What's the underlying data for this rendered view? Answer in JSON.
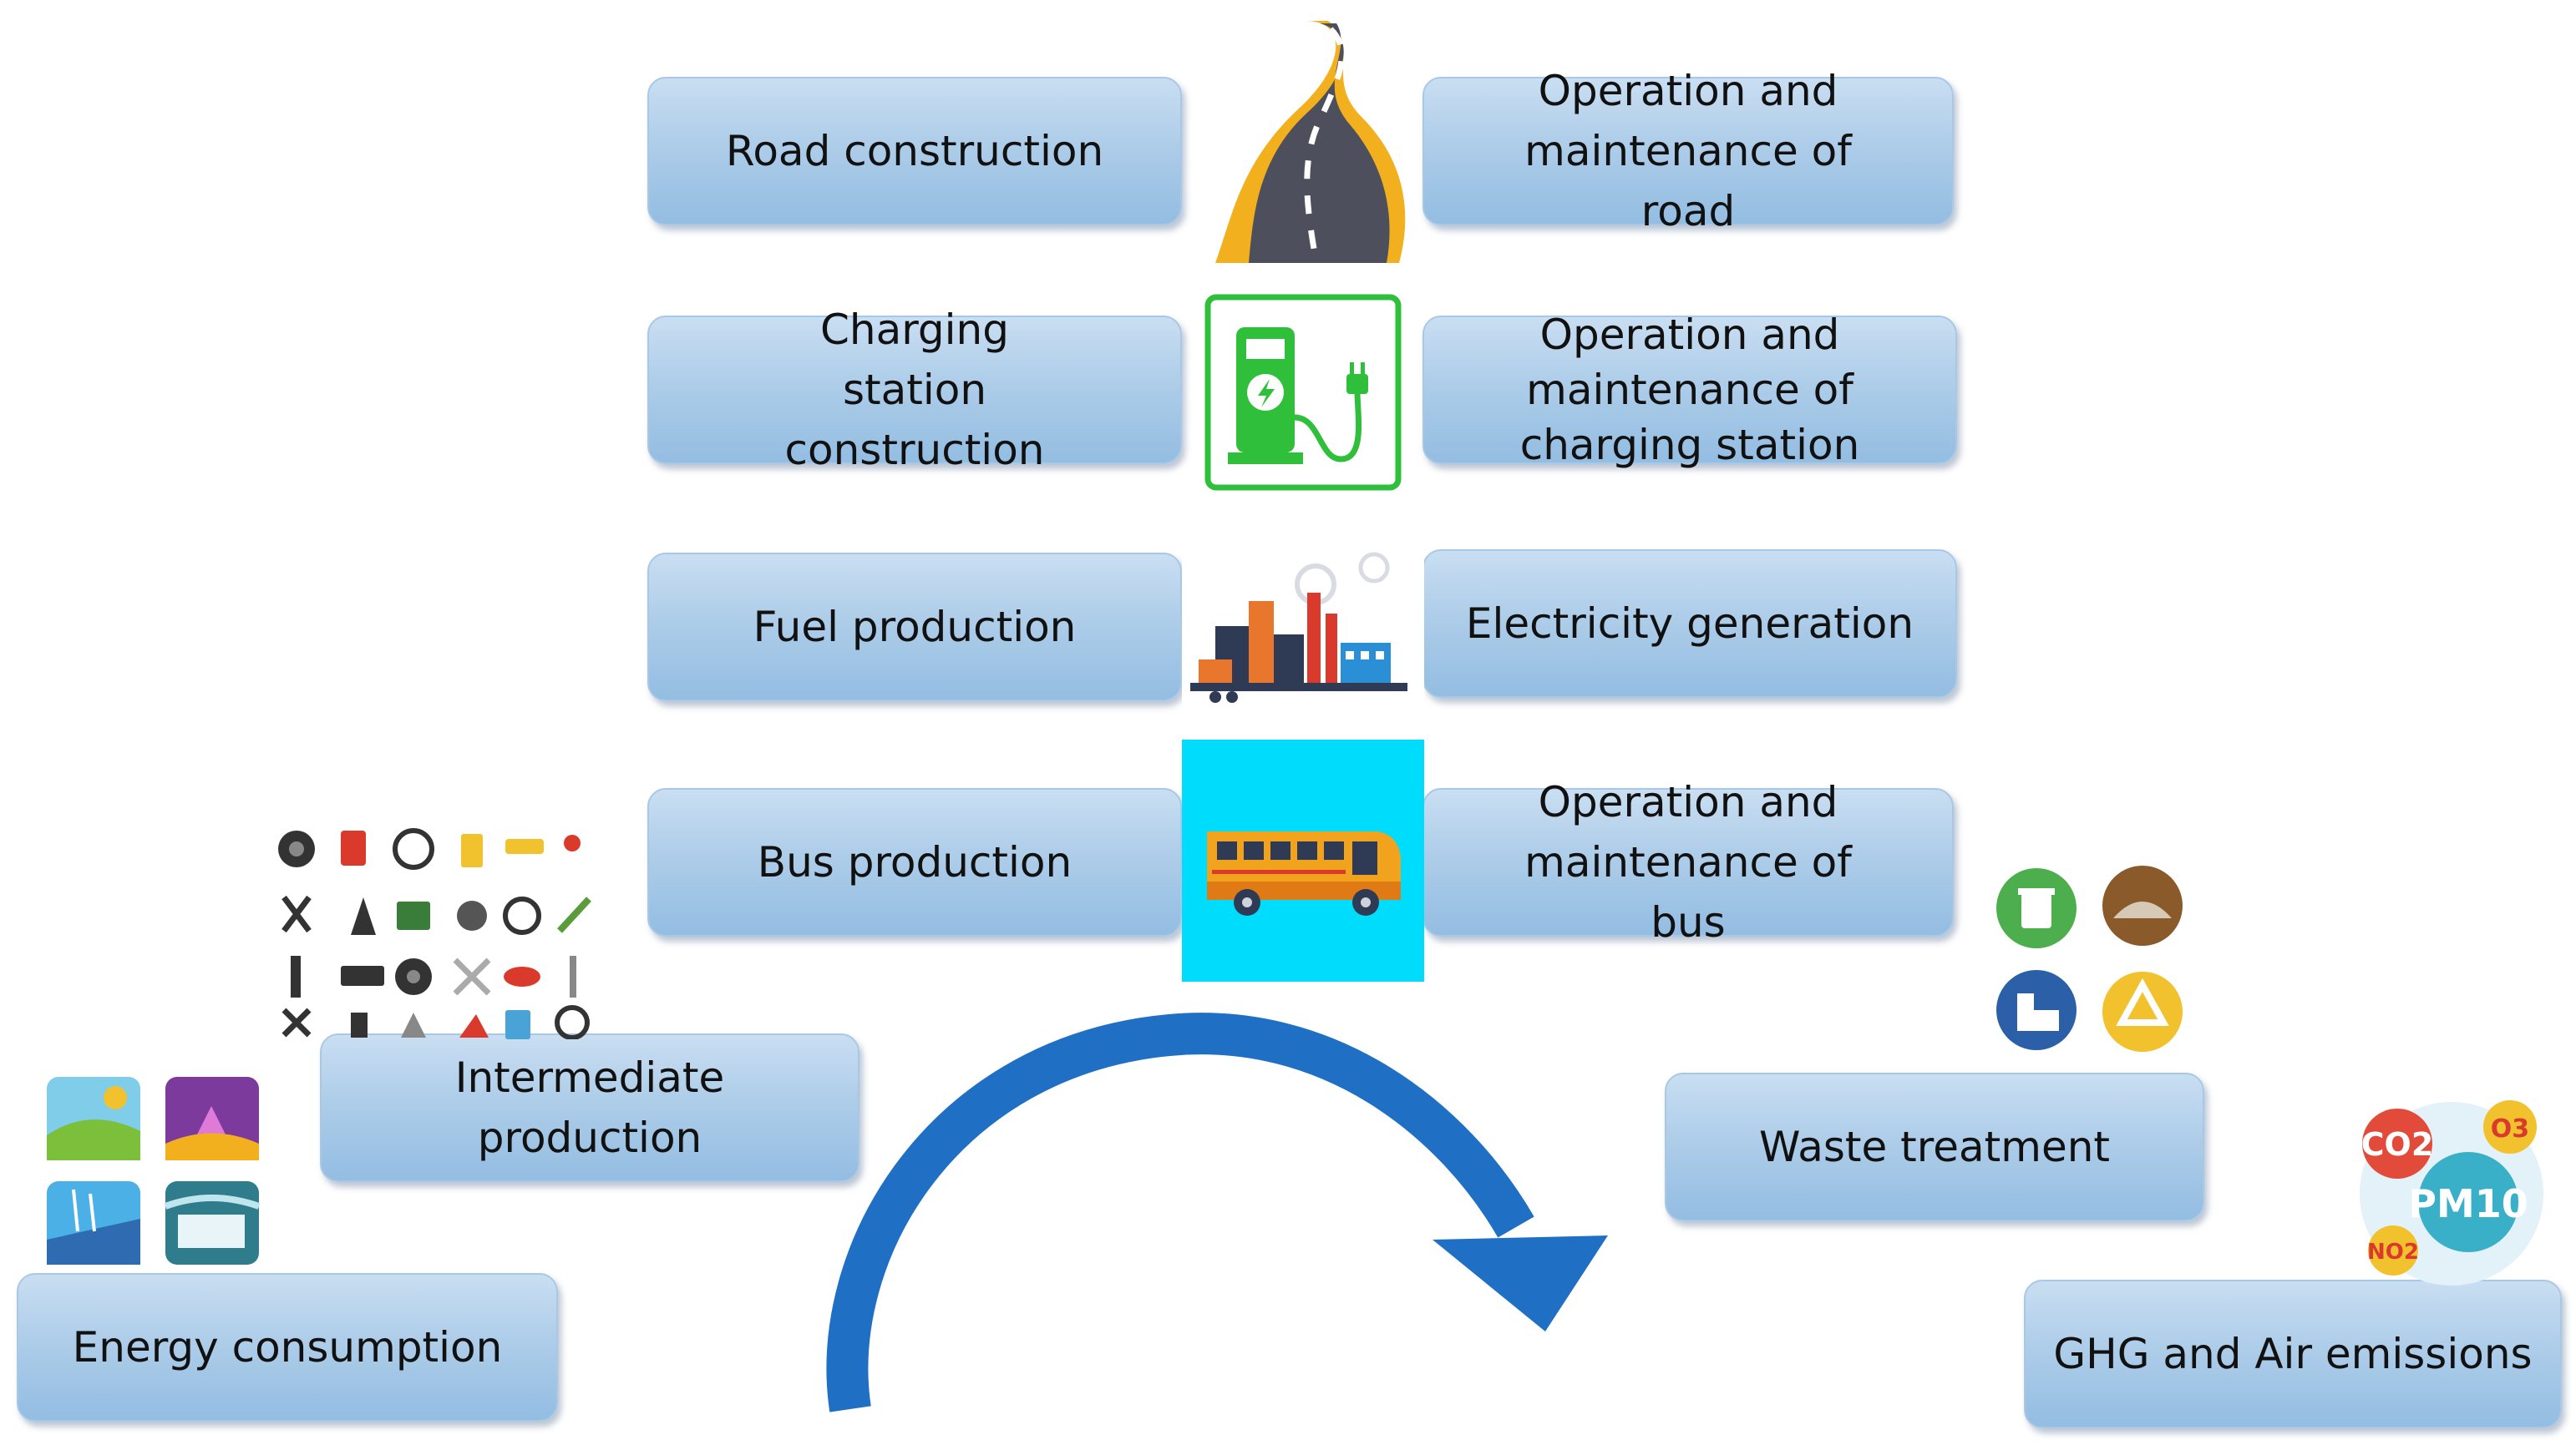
{
  "boxes": {
    "road_construction": "Road construction",
    "road_om": "Operation and maintenance of road",
    "charging_construction": "Charging station construction",
    "charging_om": "Operation and maintenance of charging station",
    "fuel_production": "Fuel production",
    "electricity_generation": "Electricity generation",
    "bus_production": "Bus production",
    "bus_om": "Operation and maintenance of bus",
    "intermediate_production": "Intermediate production",
    "energy_consumption": "Energy consumption",
    "waste_treatment": "Waste treatment",
    "emissions": "GHG and Air emissions"
  },
  "emission_labels": {
    "co2": "CO2",
    "o3": "O3",
    "pm10": "PM10",
    "no2": "NO2"
  },
  "colors": {
    "box": "#aecde9",
    "arrow": "#1f6fc4",
    "charger": "#2fbf3a",
    "bus_bg": "#00dcfb"
  }
}
